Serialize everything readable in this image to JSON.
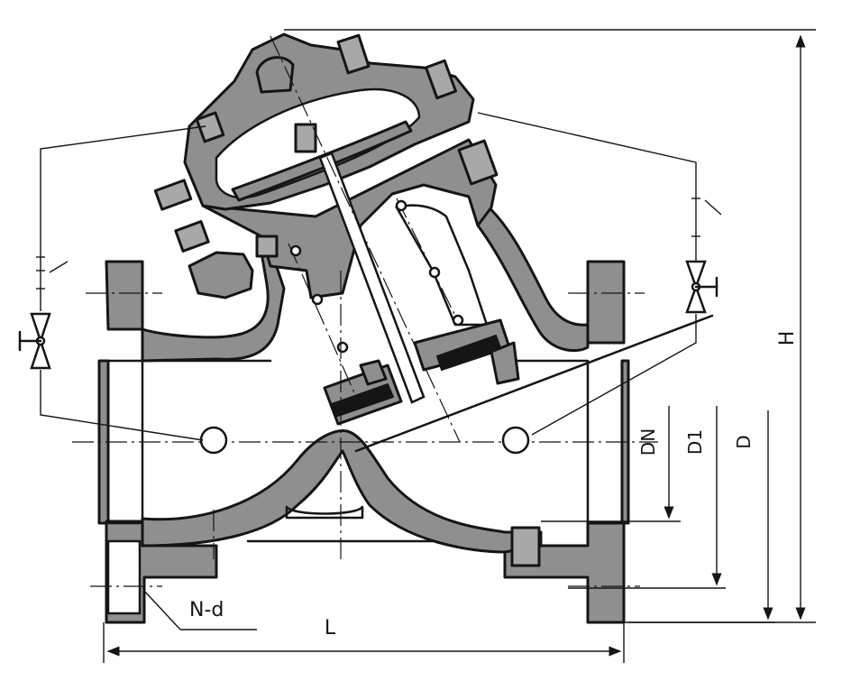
{
  "labels": {
    "dn": "DN",
    "d1": "D1",
    "d": "D",
    "h": "H",
    "l": "L",
    "nd": "N-d"
  },
  "colors": {
    "line": "#151515",
    "metal": "#8f8f8f",
    "background": "#ffffff"
  }
}
